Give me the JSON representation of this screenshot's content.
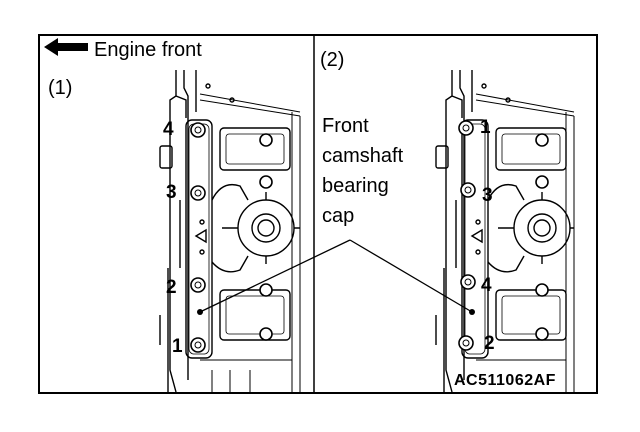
{
  "direction": {
    "label": "Engine front",
    "arrow_icon": "left-arrow-icon"
  },
  "views": [
    {
      "label": "(1)",
      "bolt_numbers": [
        "4",
        "3",
        "2",
        "1"
      ]
    },
    {
      "label": "(2)",
      "bolt_numbers": [
        "1",
        "3",
        "4",
        "2"
      ]
    }
  ],
  "callout": {
    "lines": [
      "Front",
      "camshaft",
      "bearing",
      "cap"
    ]
  },
  "figure_code": "AC511062AF"
}
